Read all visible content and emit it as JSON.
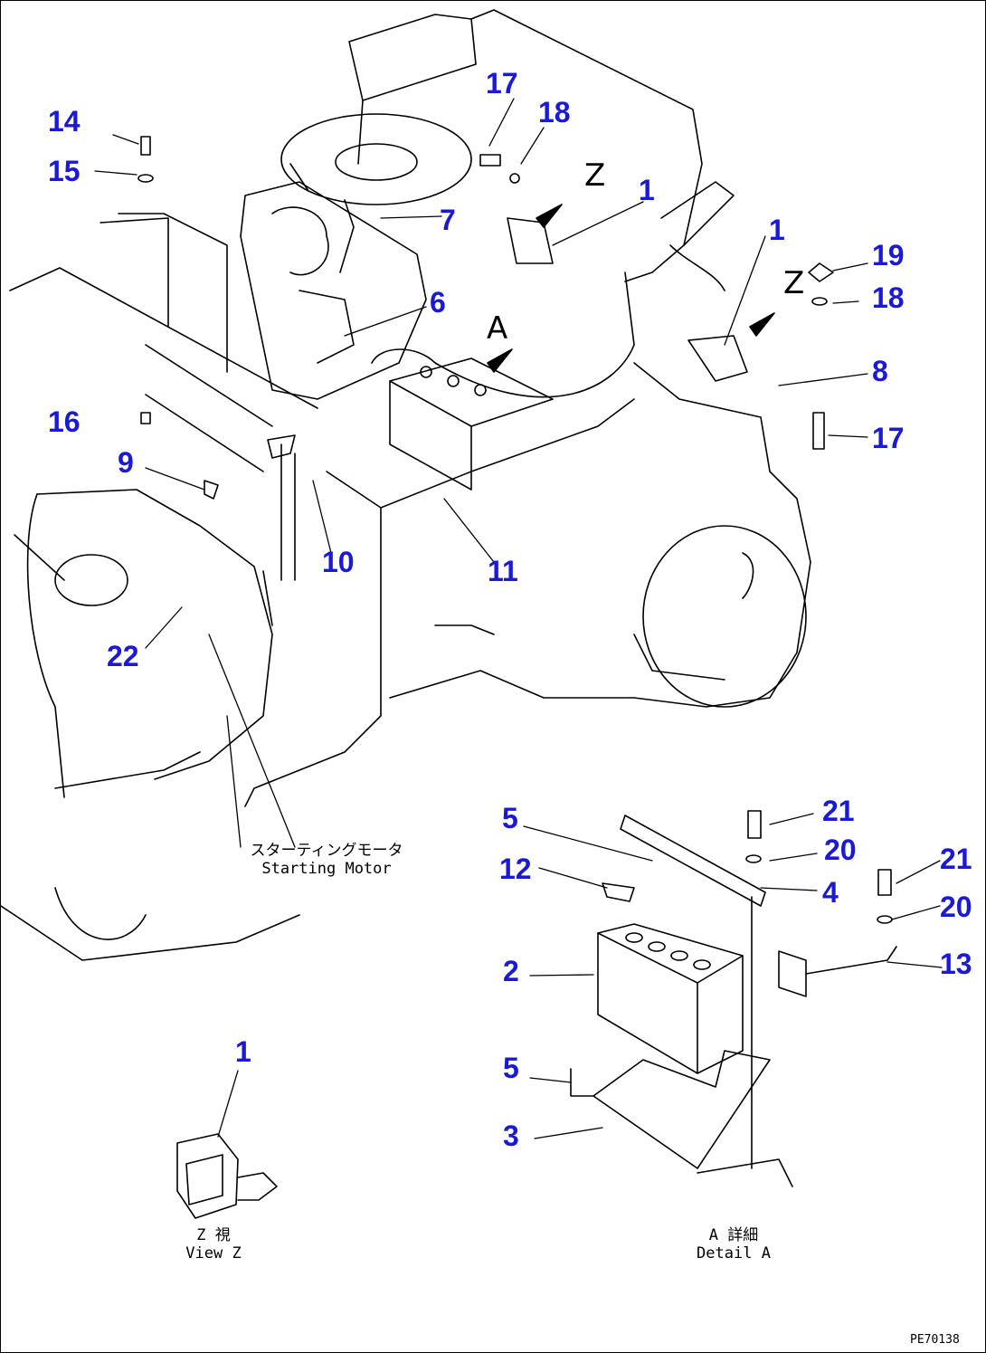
{
  "diagram": {
    "view_letters": {
      "z": "Z",
      "a": "A"
    },
    "part_numbers": {
      "p17_top": "17",
      "p18_top": "18",
      "p14": "14",
      "p15": "15",
      "p1_top": "1",
      "p7": "7",
      "p1_right": "1",
      "p19": "19",
      "p18_right": "18",
      "p6": "6",
      "p8": "8",
      "p16": "16",
      "p17_right": "17",
      "p9": "9",
      "p10": "10",
      "p11": "11",
      "p22": "22",
      "p5_top": "5",
      "p21_a": "21",
      "p20_a": "20",
      "p12": "12",
      "p4": "4",
      "p21_b": "21",
      "p20_b": "20",
      "p2": "2",
      "p13": "13",
      "p5_bottom": "5",
      "p3": "3",
      "p1_view": "1"
    },
    "callouts": {
      "starting_motor_jp": "スターティングモータ",
      "starting_motor_en": "Starting Motor",
      "view_z_jp": "Z 視",
      "view_z_en": "View Z",
      "detail_a_jp": "A 詳細",
      "detail_a_en": "Detail A"
    },
    "drawing_ref": "PE70138",
    "colors": {
      "label": "#1a1ad6",
      "line": "#000000",
      "background": "#ffffff"
    }
  }
}
